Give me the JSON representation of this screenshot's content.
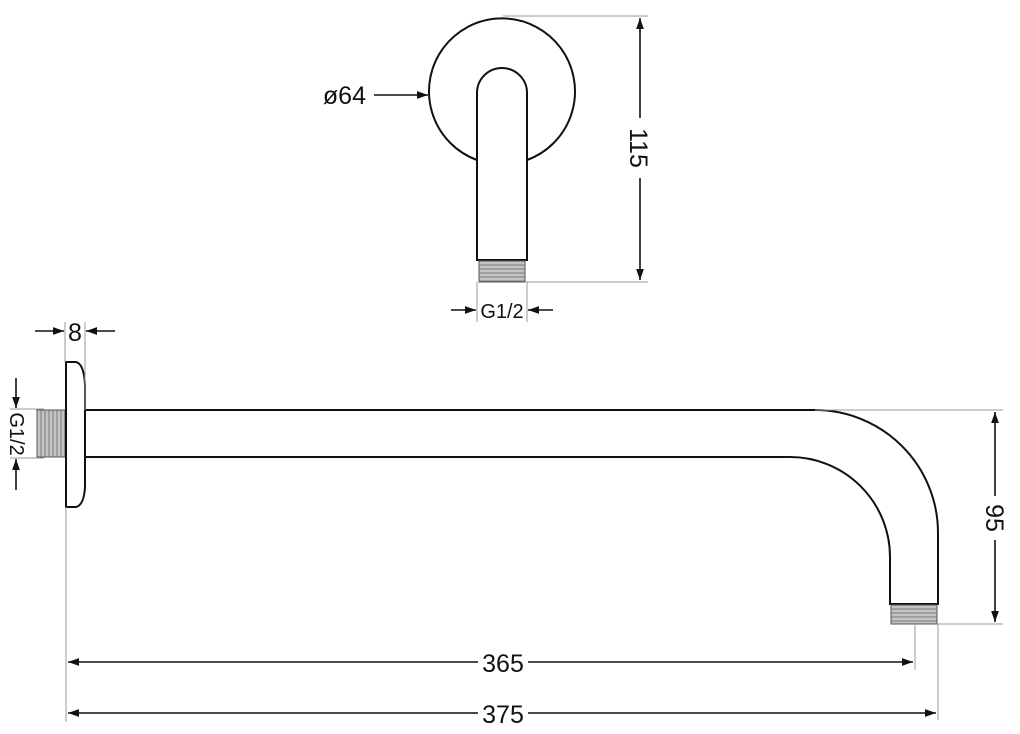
{
  "drawing": {
    "title": "Shower arm technical drawing",
    "colors": {
      "line": "#111111",
      "extension": "#9a9a9a",
      "thread": "#a8a8a8",
      "background": "#ffffff"
    },
    "top_view": {
      "diameter_label": "ø64",
      "height_label": "115",
      "thread_label": "G1/2"
    },
    "side_view": {
      "flange_thickness_label": "8",
      "inlet_thread_label": "G1/2",
      "drop_label": "95",
      "reach_inner_label": "365",
      "reach_total_label": "375"
    }
  }
}
